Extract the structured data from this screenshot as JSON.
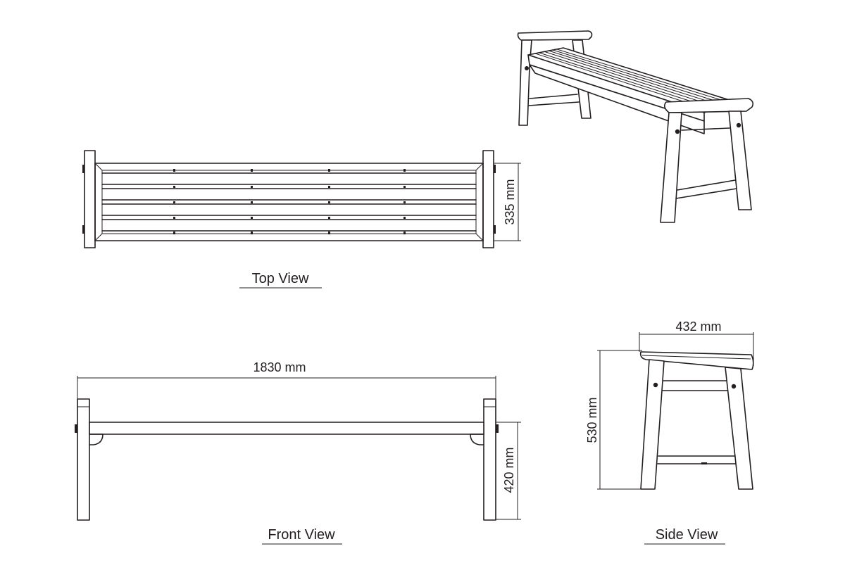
{
  "views": {
    "top": {
      "caption": "Top View",
      "width_dim": "335 mm"
    },
    "front": {
      "caption": "Front View",
      "length_dim": "1830 mm",
      "height_dim": "420 mm"
    },
    "side": {
      "caption": "Side View",
      "depth_dim": "432 mm",
      "height_dim": "530 mm"
    }
  },
  "colors": {
    "line": "#231f20",
    "background": "#ffffff"
  }
}
